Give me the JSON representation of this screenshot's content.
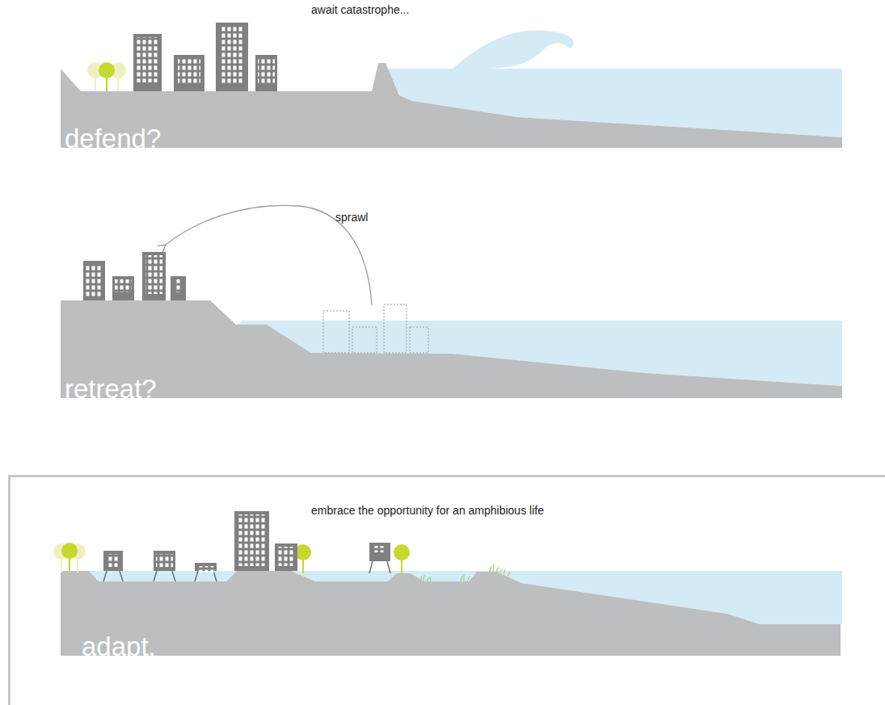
{
  "diagram": {
    "nodes": [
      {
        "text": [
          "embrace the opportunity for an amphibious life",
          "adapt."
        ]
      }
    ],
    "labels": [
      "await catastrophe...",
      "defend?",
      "sprawl",
      "retreat?"
    ]
  }
}
